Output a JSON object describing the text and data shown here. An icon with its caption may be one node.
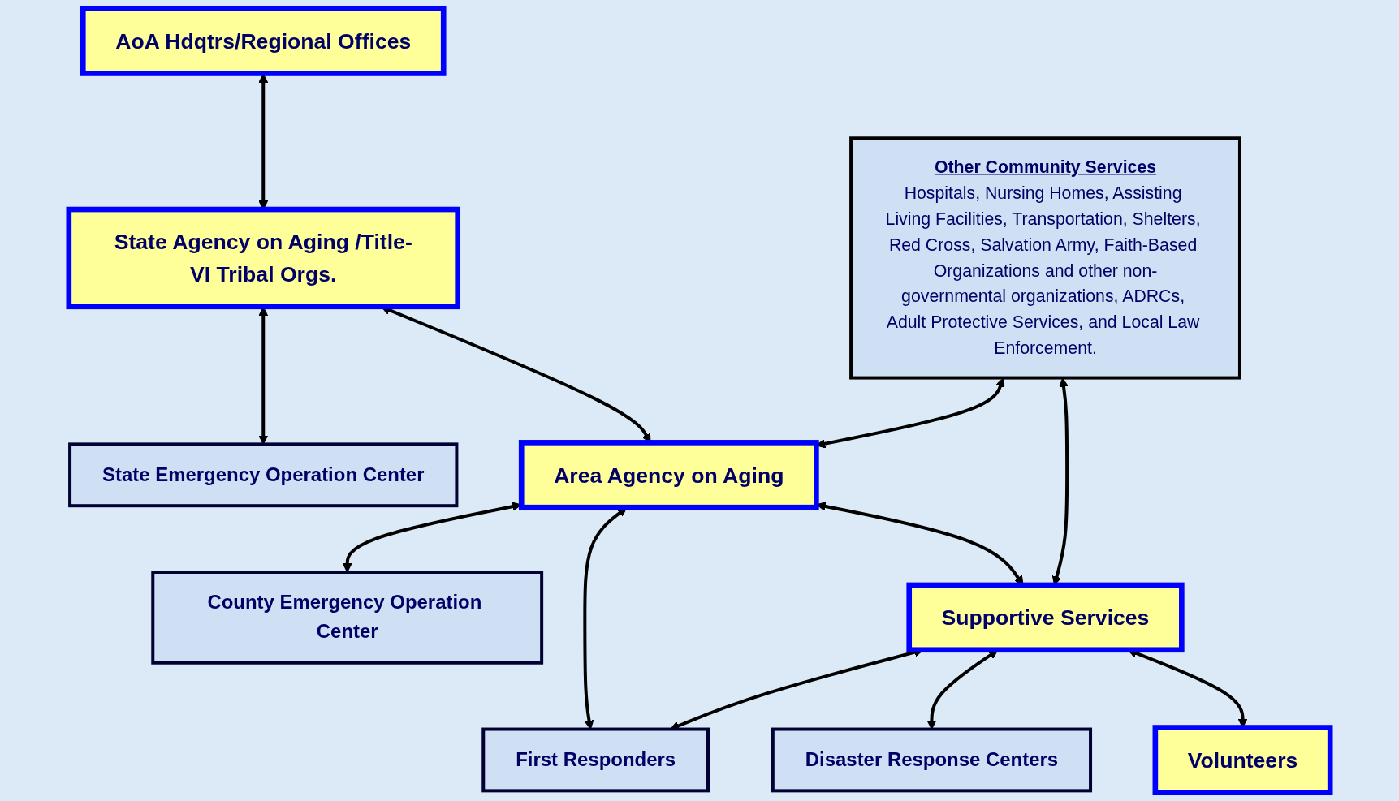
{
  "diagram": {
    "nodes": [
      {
        "text": [
          "AoA Hdqtrs/Regional Offices"
        ]
      },
      {
        "text": [
          "State Agency on Aging /Title-VI Tribal Orgs."
        ]
      },
      {
        "text": [
          "State Emergency Operation Center"
        ]
      },
      {
        "text": [
          "Other Community Services",
          "Hospitals, Nursing Homes, Assisting Living Facilities, Transportation, Shelters, Red Cross, Salvation Army, Faith-Based Organizations and other non-governmental organizations, ADRCs, Adult Protective Services, and Local Law Enforcement."
        ]
      },
      {
        "text": [
          "Area Agency on Aging"
        ]
      },
      {
        "text": [
          "County Emergency Operation Center"
        ]
      },
      {
        "text": [
          "First Responders"
        ]
      },
      {
        "text": [
          "Supportive Services"
        ]
      },
      {
        "text": [
          "Disaster Response Centers"
        ]
      },
      {
        "text": [
          "Volunteers"
        ]
      }
    ],
    "edges": [
      {
        "from": 0,
        "to": 1,
        "arrow": "both"
      },
      {
        "from": 1,
        "to": 2,
        "arrow": "both"
      },
      {
        "from": 1,
        "to": 4,
        "arrow": "both"
      },
      {
        "from": 3,
        "to": 4,
        "arrow": "both"
      },
      {
        "from": 4,
        "to": 5,
        "arrow": "both"
      },
      {
        "from": 4,
        "to": 6,
        "arrow": "both"
      },
      {
        "from": 4,
        "to": 7,
        "arrow": "both"
      },
      {
        "from": 3,
        "to": 7,
        "arrow": "both"
      },
      {
        "from": 7,
        "to": 6,
        "arrow": "both"
      },
      {
        "from": 7,
        "to": 8,
        "arrow": "both"
      },
      {
        "from": 7,
        "to": 9,
        "arrow": "both"
      }
    ]
  }
}
